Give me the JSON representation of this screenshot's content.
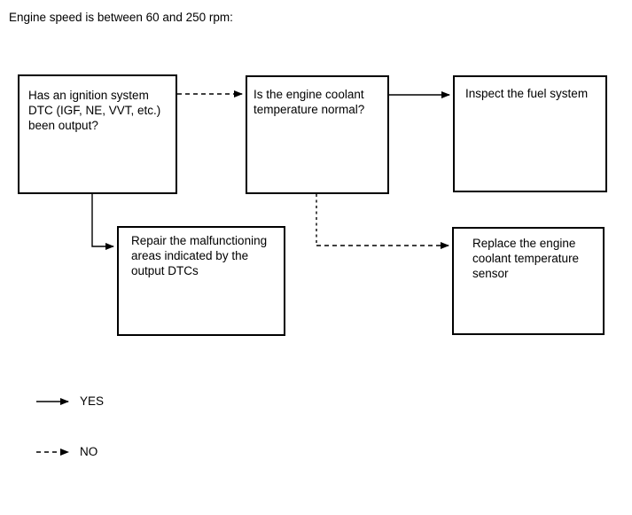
{
  "title": "Engine speed is between 60 and 250 rpm:",
  "nodes": {
    "ignition_dtc": {
      "text": "Has an ignition system DTC (IGF, NE, VVT, etc.) been output?"
    },
    "coolant_temp": {
      "text": "Is the engine coolant temperature normal?"
    },
    "inspect_fuel": {
      "text": "Inspect the fuel system"
    },
    "repair_dtc": {
      "text": "Repair the malfunctioning areas indicated by the output DTCs"
    },
    "replace_sensor": {
      "text": "Replace the engine coolant temperature sensor"
    }
  },
  "edges": [
    {
      "from": "ignition_dtc",
      "to": "coolant_temp",
      "answer": "NO",
      "line_style": "dashed"
    },
    {
      "from": "coolant_temp",
      "to": "inspect_fuel",
      "answer": "YES",
      "line_style": "solid"
    },
    {
      "from": "ignition_dtc",
      "to": "repair_dtc",
      "answer": "YES",
      "line_style": "solid"
    },
    {
      "from": "coolant_temp",
      "to": "replace_sensor",
      "answer": "NO",
      "line_style": "dashed"
    }
  ],
  "legend": {
    "yes_label": "YES",
    "no_label": "NO"
  },
  "colors": {
    "line": "#000000",
    "text": "#000000",
    "background": "#ffffff"
  }
}
